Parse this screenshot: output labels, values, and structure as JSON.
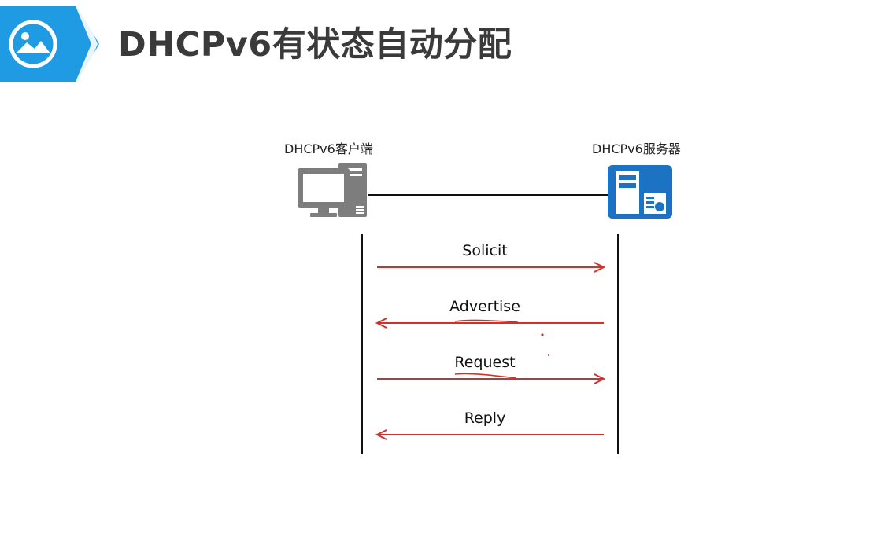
{
  "header": {
    "title": "DHCPv6有状态自动分配",
    "icon": "image-icon",
    "accent_color": "#1e9be3"
  },
  "diagram": {
    "client": {
      "label": "DHCPv6客户端",
      "icon": "desktop-computer-icon",
      "color": "#7d7d7d"
    },
    "server": {
      "label": "DHCPv6服务器",
      "icon": "dhcp-server-icon",
      "color": "#1c73c4"
    },
    "arrow_color": "#d0322b",
    "messages": [
      {
        "label": "Solicit",
        "direction": "client-to-server"
      },
      {
        "label": "Advertise",
        "direction": "server-to-client"
      },
      {
        "label": "Request",
        "direction": "client-to-server"
      },
      {
        "label": "Reply",
        "direction": "server-to-client"
      }
    ]
  }
}
